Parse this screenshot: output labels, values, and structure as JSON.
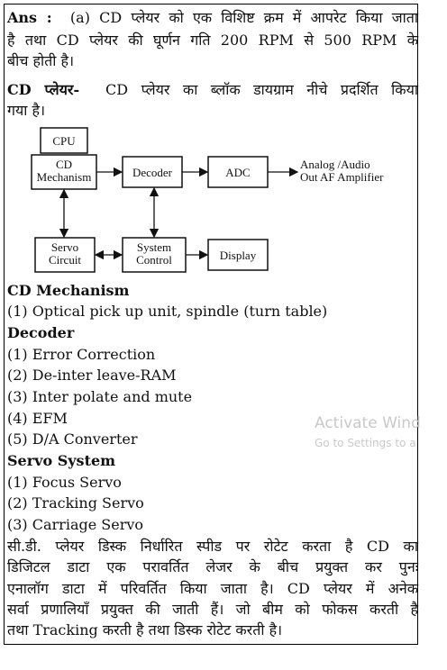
{
  "answer": {
    "label": "Ans :",
    "line1": "(a) CD प्लेयर को एक विशिष्ट क्रम में आपरेट किया जाता",
    "line2": "है तथा CD प्लेयर की घूर्णन गति 200 RPM से 500 RPM के",
    "line3": "बीच होती है।"
  },
  "player_heading": {
    "label": "CD प्लेयर-",
    "text": "CD प्लेयर का ब्लॉक डायग्राम नीचे प्रदर्शित किया",
    "line2": "गया है।"
  },
  "diagram": {
    "cpu": "CPU",
    "mechanism": [
      "CD",
      "Mechanism"
    ],
    "decoder": "Decoder",
    "adc": "ADC",
    "output": [
      "Analog /Audio",
      "Out AF Amplifier"
    ],
    "servo": [
      "Servo",
      "Circuit"
    ],
    "system": [
      "System",
      "Control"
    ],
    "display": "Display"
  },
  "mechanism_section": {
    "title": "CD Mechanism",
    "items": [
      "(1) Optical pick up unit, spindle (turn table)"
    ]
  },
  "decoder_section": {
    "title": "Decoder",
    "items": [
      "(1) Error Correction",
      "(2) De-inter leave-RAM",
      "(3) Inter polate and mute",
      "(4) EFM",
      "(5) D/A Converter"
    ]
  },
  "servo_section": {
    "title": "Servo System",
    "items": [
      "(1) Focus Servo",
      "(2) Tracking Servo",
      "(3) Carriage Servo"
    ]
  },
  "closing": {
    "line1": "सी.डी. प्लेयर डिस्क निर्धारित स्पीड पर रोटेट करता है CD का",
    "line2": "डिजिटल डाटा एक परावर्तित लेजर के बीच प्रयुक्त कर पुनः",
    "line3": "एनालॉग डाटा में परिवर्तित किया जाता है। CD प्लेयर में अनेक",
    "line4": "सर्वा प्रणालियाँ प्रयुक्त की जाती हैं। जो बीम को फोकस करती है",
    "line5": "तथा Tracking करती है तथा डिस्क रोटेट करती है।"
  },
  "watermark": {
    "title": "Activate Wind",
    "subtitle": "Go to Settings to a"
  }
}
